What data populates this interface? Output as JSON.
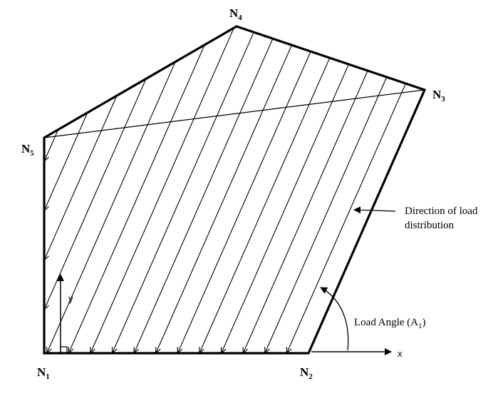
{
  "nodes": [
    {
      "id": "n1",
      "name": "N",
      "sub": "1"
    },
    {
      "id": "n2",
      "name": "N",
      "sub": "2"
    },
    {
      "id": "n3",
      "name": "N",
      "sub": "3"
    },
    {
      "id": "n4",
      "name": "N",
      "sub": "4"
    },
    {
      "id": "n5",
      "name": "N",
      "sub": "5"
    }
  ],
  "axes": {
    "x_label": "x",
    "y_label": "y"
  },
  "annotations": {
    "load_angle": {
      "text": "Load Angle (A",
      "sub": "1",
      "close": ")"
    },
    "direction": {
      "line1": "Direction of load",
      "line2": "distribution"
    }
  },
  "colors": {
    "stroke": "#000000",
    "background": "#ffffff"
  }
}
